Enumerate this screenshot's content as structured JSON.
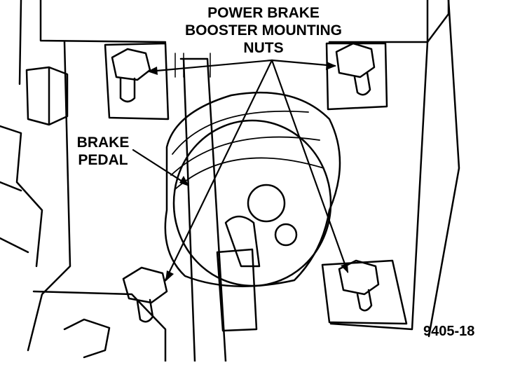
{
  "figure": {
    "callout_mounting_nuts": [
      "POWER BRAKE",
      "BOOSTER MOUNTING",
      "NUTS"
    ],
    "callout_brake_pedal": [
      "BRAKE",
      "PEDAL"
    ],
    "figure_number": "9405-18"
  },
  "colors": {
    "ink": "#000000",
    "paper": "#ffffff"
  }
}
